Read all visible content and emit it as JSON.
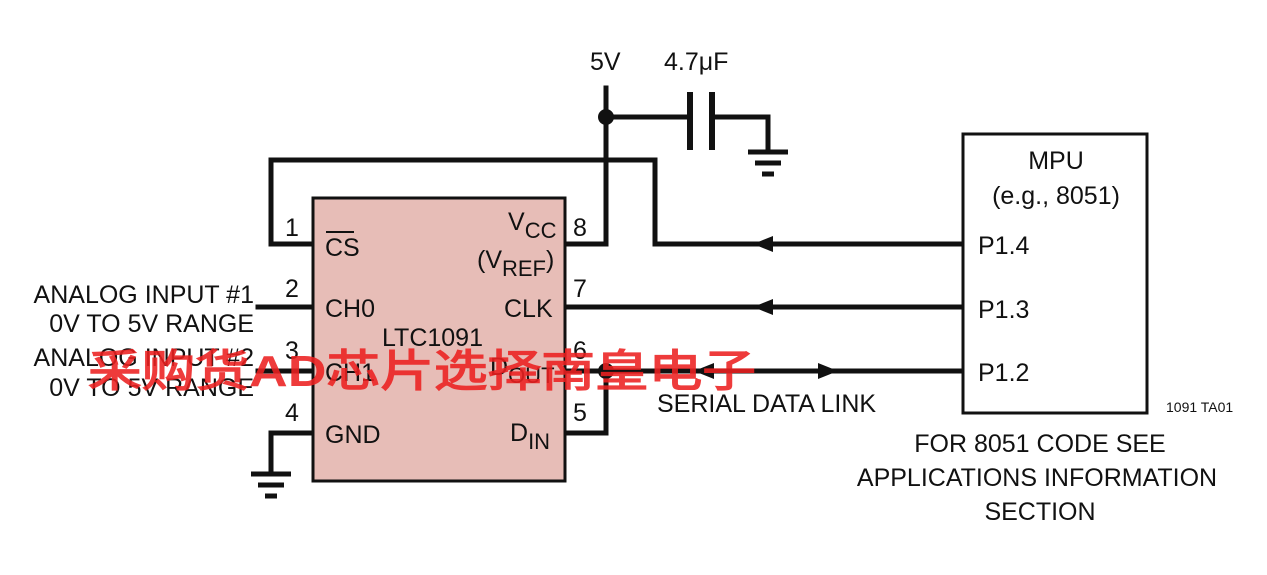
{
  "power": {
    "supply": "5V",
    "capacitor": "4.7μF"
  },
  "chip": {
    "name": "LTC1091",
    "fill": "#e7bdb7",
    "pins": {
      "p1": {
        "num": "1",
        "label": "CS"
      },
      "p2": {
        "num": "2",
        "label": "CH0"
      },
      "p3": {
        "num": "3",
        "label": "CH1"
      },
      "p4": {
        "num": "4",
        "label": "GND"
      },
      "p5": {
        "num": "5",
        "label_main": "D",
        "label_sub": "IN"
      },
      "p6": {
        "num": "6",
        "label_main": "D",
        "label_sub": "OUT"
      },
      "p7": {
        "num": "7",
        "label": "CLK"
      },
      "p8": {
        "num": "8",
        "label_main": "V",
        "label_sub": "CC",
        "ref_open": "(V",
        "ref_sub": "REF",
        "ref_close": ")"
      }
    }
  },
  "inputs": {
    "input1": {
      "line1": "ANALOG INPUT #1",
      "line2": "0V TO 5V RANGE"
    },
    "input2": {
      "line1": "ANALOG INPUT #2",
      "line2": "0V TO 5V RANGE"
    }
  },
  "mpu": {
    "title": "MPU",
    "subtitle": "(e.g., 8051)",
    "ports": [
      "P1.4",
      "P1.3",
      "P1.2"
    ]
  },
  "serial_link": "SERIAL DATA LINK",
  "note": [
    "FOR 8051 CODE SEE",
    "APPLICATIONS INFORMATION",
    "SECTION"
  ],
  "figure_id": "1091 TA01",
  "watermark": "采购货AD芯片选择南皇电子"
}
